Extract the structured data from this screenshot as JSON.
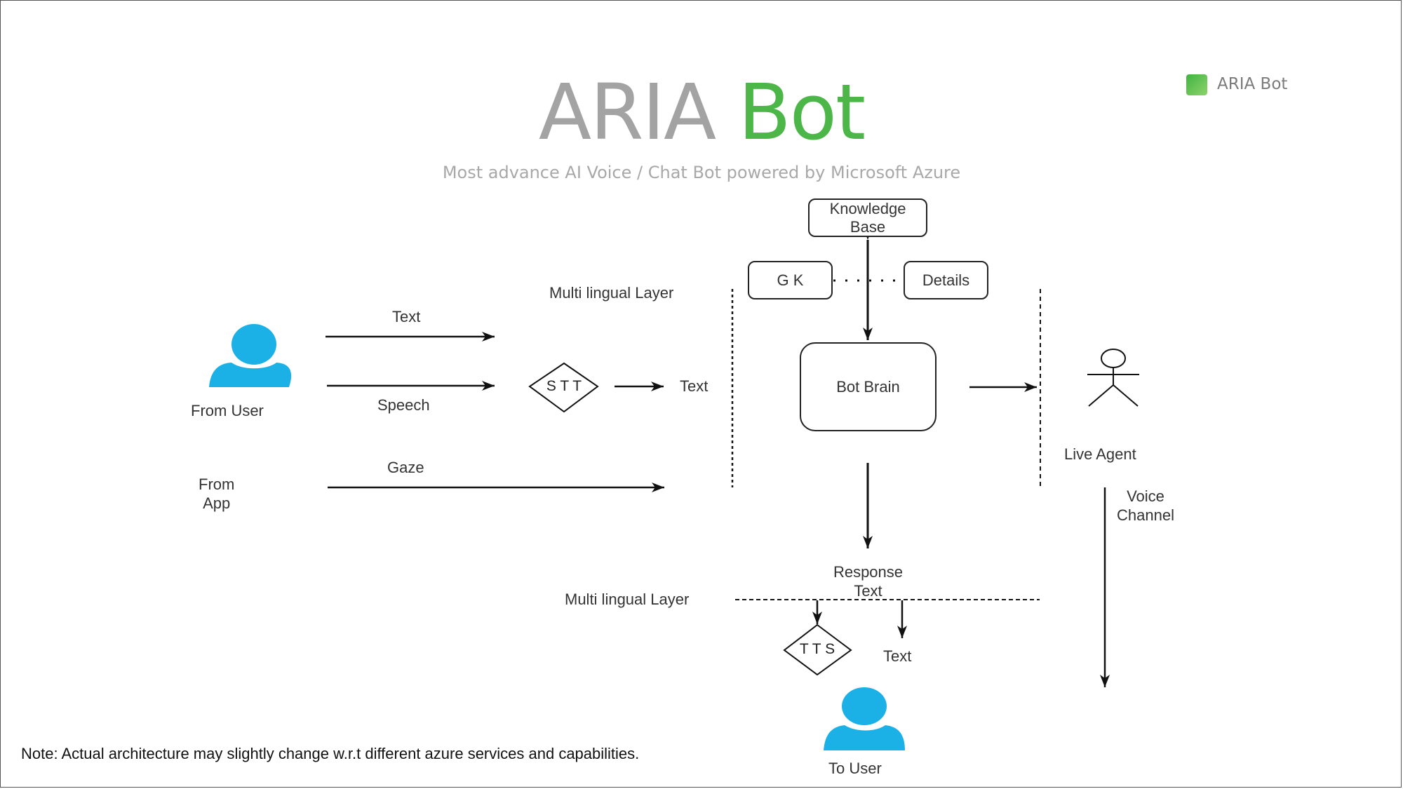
{
  "slide": {
    "title_part1": "ARIA",
    "title_part2": "Bot",
    "subtitle": "Most advance AI Voice / Chat Bot powered by Microsoft Azure",
    "legend_label": "ARIA Bot",
    "note": "Note: Actual architecture may slightly change w.r.t different azure services and capabilities.",
    "colors": {
      "title_gray": "#a3a3a3",
      "title_green": "#4cb748",
      "user_icon": "#1bb1e7"
    }
  },
  "diagram": {
    "from_user": "From User",
    "from_app_line1": "From",
    "from_app_line2": "App",
    "edge_text": "Text",
    "edge_speech": "Speech",
    "edge_gaze": "Gaze",
    "stt": "S T T",
    "stt_output": "Text",
    "multilingual_top": "Multi lingual Layer",
    "multilingual_bottom": "Multi lingual Layer",
    "knowledge_base_line1": "Knowledge",
    "knowledge_base_line2": "Base",
    "gk": "G K",
    "details": "Details",
    "bot_brain": "Bot Brain",
    "live_agent": "Live Agent",
    "voice_channel_line1": "Voice",
    "voice_channel_line2": "Channel",
    "response_text_line1": "Response",
    "response_text_line2": "Text",
    "tts": "T T S",
    "text_out": "Text",
    "to_user": "To User"
  }
}
